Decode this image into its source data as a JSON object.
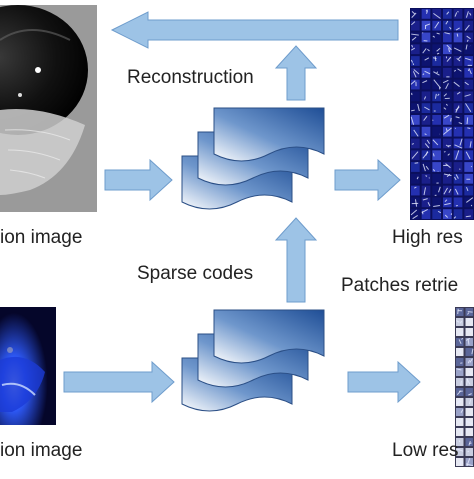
{
  "labels": {
    "high_res_input": "ion image",
    "low_res_input": "ion image",
    "reconstruction": "Reconstruction",
    "sparse_codes": "Sparse codes",
    "patches_retrieval": "Patches retrie",
    "high_res_dictionary": "High res",
    "low_res_dictionary": "Low res"
  },
  "colors": {
    "arrow_fill": "#9dc3e6",
    "arrow_stroke": "#6e9ccc",
    "doc_dark": "#1f4e96",
    "doc_light": "#ffffff",
    "dictionary_blue": "#1a1f8a",
    "low_res_bg": "#05062a",
    "low_res_glow": "#2f5cff"
  }
}
